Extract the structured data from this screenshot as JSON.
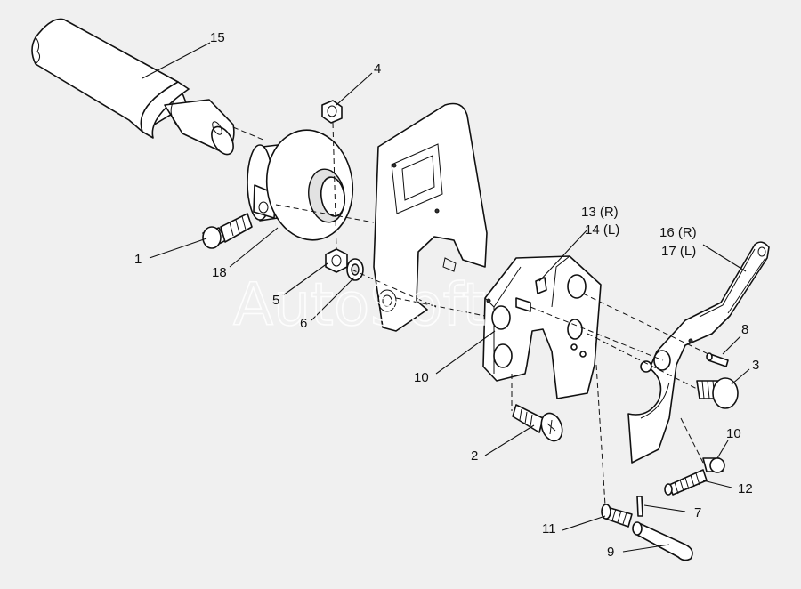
{
  "watermark": "AutoSoft",
  "callouts": {
    "c1": "1",
    "c2": "2",
    "c3": "3",
    "c4": "4",
    "c5": "5",
    "c6": "6",
    "c7": "7",
    "c8": "8",
    "c9": "9",
    "c10a": "10",
    "c10b": "10",
    "c11": "11",
    "c12": "12",
    "c13": "13 (R)",
    "c14": "14 (L)",
    "c15": "15",
    "c16": "16 (R)",
    "c17": "17 (L)",
    "c18": "18"
  }
}
